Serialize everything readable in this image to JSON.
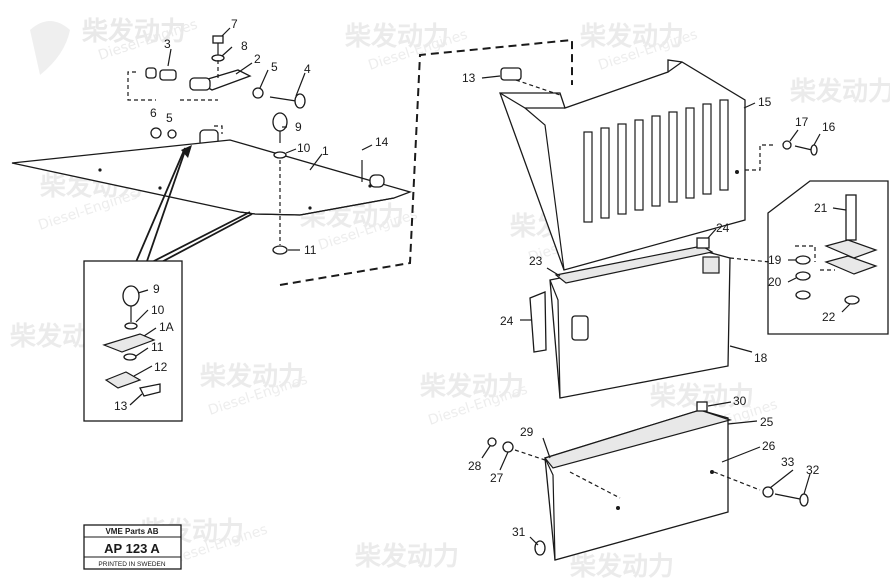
{
  "watermark": {
    "cn": "柴发动力",
    "en": "Diesel-Engines"
  },
  "parts": [
    {
      "id": "p7",
      "label": "7"
    },
    {
      "id": "p3",
      "label": "3"
    },
    {
      "id": "p8",
      "label": "8"
    },
    {
      "id": "p2",
      "label": "2"
    },
    {
      "id": "p5a",
      "label": "5"
    },
    {
      "id": "p4",
      "label": "4"
    },
    {
      "id": "p6",
      "label": "6"
    },
    {
      "id": "p5b",
      "label": "5"
    },
    {
      "id": "p9a",
      "label": "9"
    },
    {
      "id": "p10a",
      "label": "10"
    },
    {
      "id": "p1",
      "label": "1"
    },
    {
      "id": "p14",
      "label": "14"
    },
    {
      "id": "p11a",
      "label": "11"
    },
    {
      "id": "p9b",
      "label": "9"
    },
    {
      "id": "p10b",
      "label": "10"
    },
    {
      "id": "p1A",
      "label": "1A"
    },
    {
      "id": "p11b",
      "label": "11"
    },
    {
      "id": "p12",
      "label": "12"
    },
    {
      "id": "p13a",
      "label": "13"
    },
    {
      "id": "p13b",
      "label": "13"
    },
    {
      "id": "p15",
      "label": "15"
    },
    {
      "id": "p17",
      "label": "17"
    },
    {
      "id": "p16",
      "label": "16"
    },
    {
      "id": "p21",
      "label": "21"
    },
    {
      "id": "p24a",
      "label": "24"
    },
    {
      "id": "p23",
      "label": "23"
    },
    {
      "id": "p19",
      "label": "19"
    },
    {
      "id": "p20",
      "label": "20"
    },
    {
      "id": "p22",
      "label": "22"
    },
    {
      "id": "p24b",
      "label": "24"
    },
    {
      "id": "p18",
      "label": "18"
    },
    {
      "id": "p30",
      "label": "30"
    },
    {
      "id": "p25",
      "label": "25"
    },
    {
      "id": "p29",
      "label": "29"
    },
    {
      "id": "p26",
      "label": "26"
    },
    {
      "id": "p28",
      "label": "28"
    },
    {
      "id": "p27",
      "label": "27"
    },
    {
      "id": "p33",
      "label": "33"
    },
    {
      "id": "p32",
      "label": "32"
    },
    {
      "id": "p31",
      "label": "31"
    }
  ],
  "stamp": {
    "company": "VME Parts AB",
    "code": "AP 123 A",
    "printed": "PRINTED IN SWEDEN"
  }
}
